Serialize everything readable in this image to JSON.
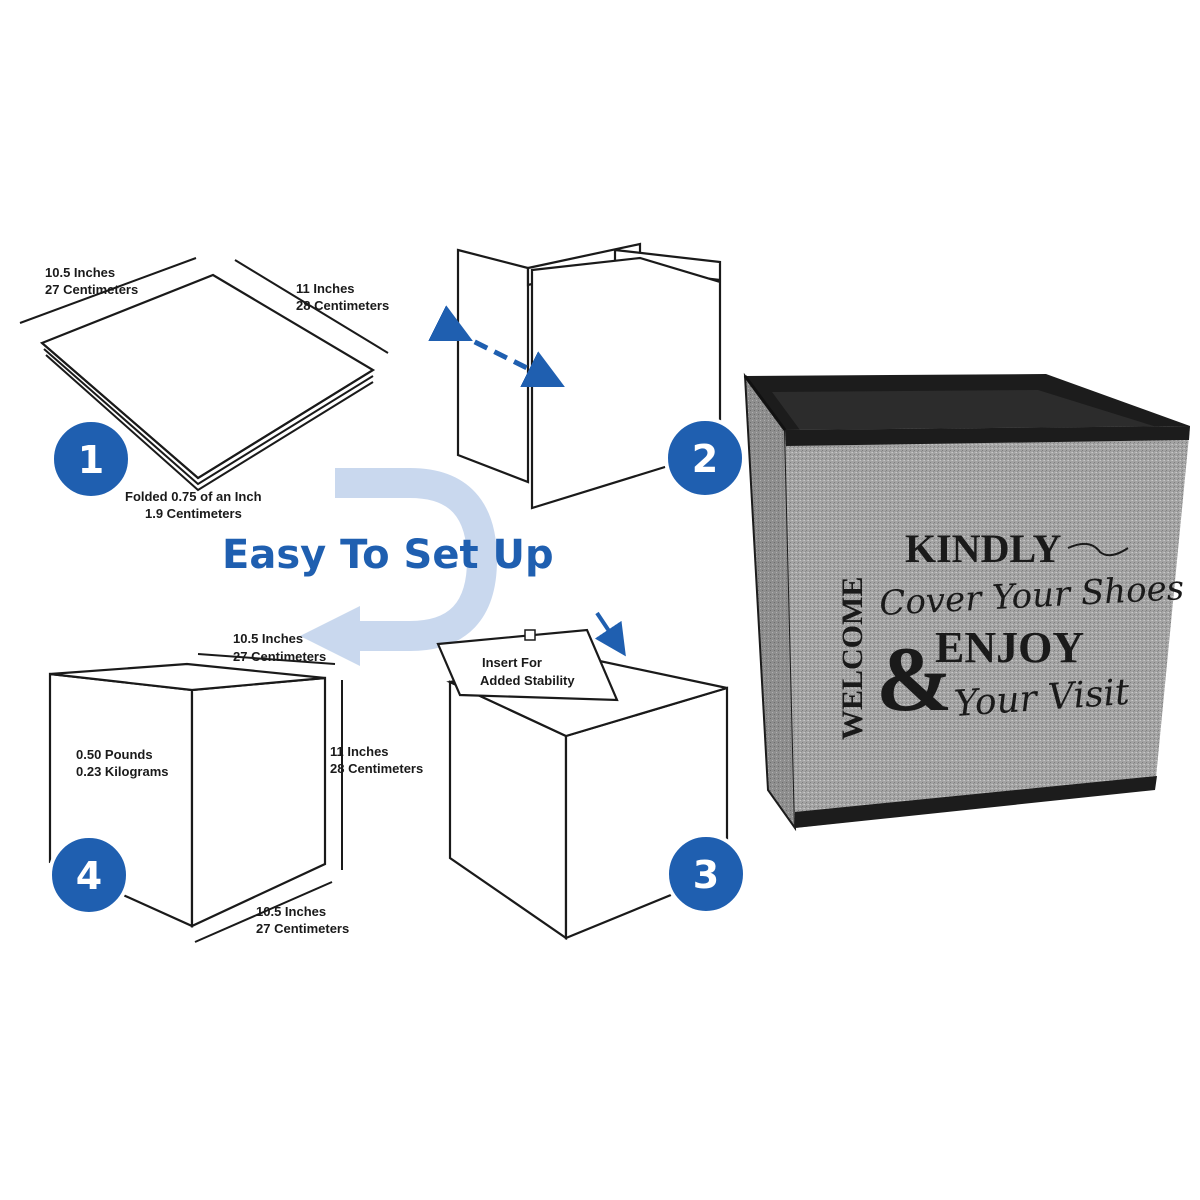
{
  "headline": "Easy To Set Up",
  "steps": [
    {
      "number": "1"
    },
    {
      "number": "2"
    },
    {
      "number": "3"
    },
    {
      "number": "4"
    }
  ],
  "step1": {
    "width_in": "10.5 Inches",
    "width_cm": "27 Centimeters",
    "depth_in": "11 Inches",
    "depth_cm": "28 Centimeters",
    "folded_in": "Folded 0.75 of an Inch",
    "folded_cm": "1.9 Centimeters"
  },
  "step3": {
    "insert_line1": "Insert For",
    "insert_line2": "Added Stability"
  },
  "step4": {
    "top_in": "10.5 Inches",
    "top_cm": "27 Centimeters",
    "weight_lb": "0.50 Pounds",
    "weight_kg": "0.23 Kilograms",
    "height_in": "11 Inches",
    "height_cm": "28 Centimeters",
    "bottom_in": "10.5 Inches",
    "bottom_cm": "27 Centimeters"
  },
  "bin_print": {
    "side": "WELCOME",
    "kindly": "KINDLY",
    "cover": "Cover Your Shoes",
    "amp": "&",
    "enjoy": "ENJOY",
    "visit": "Your Visit"
  },
  "colors": {
    "accent": "#1f5fb0",
    "accent_light": "#c9d8ee",
    "fabric": "#9a9a9a",
    "rim": "#1c1c1c"
  }
}
